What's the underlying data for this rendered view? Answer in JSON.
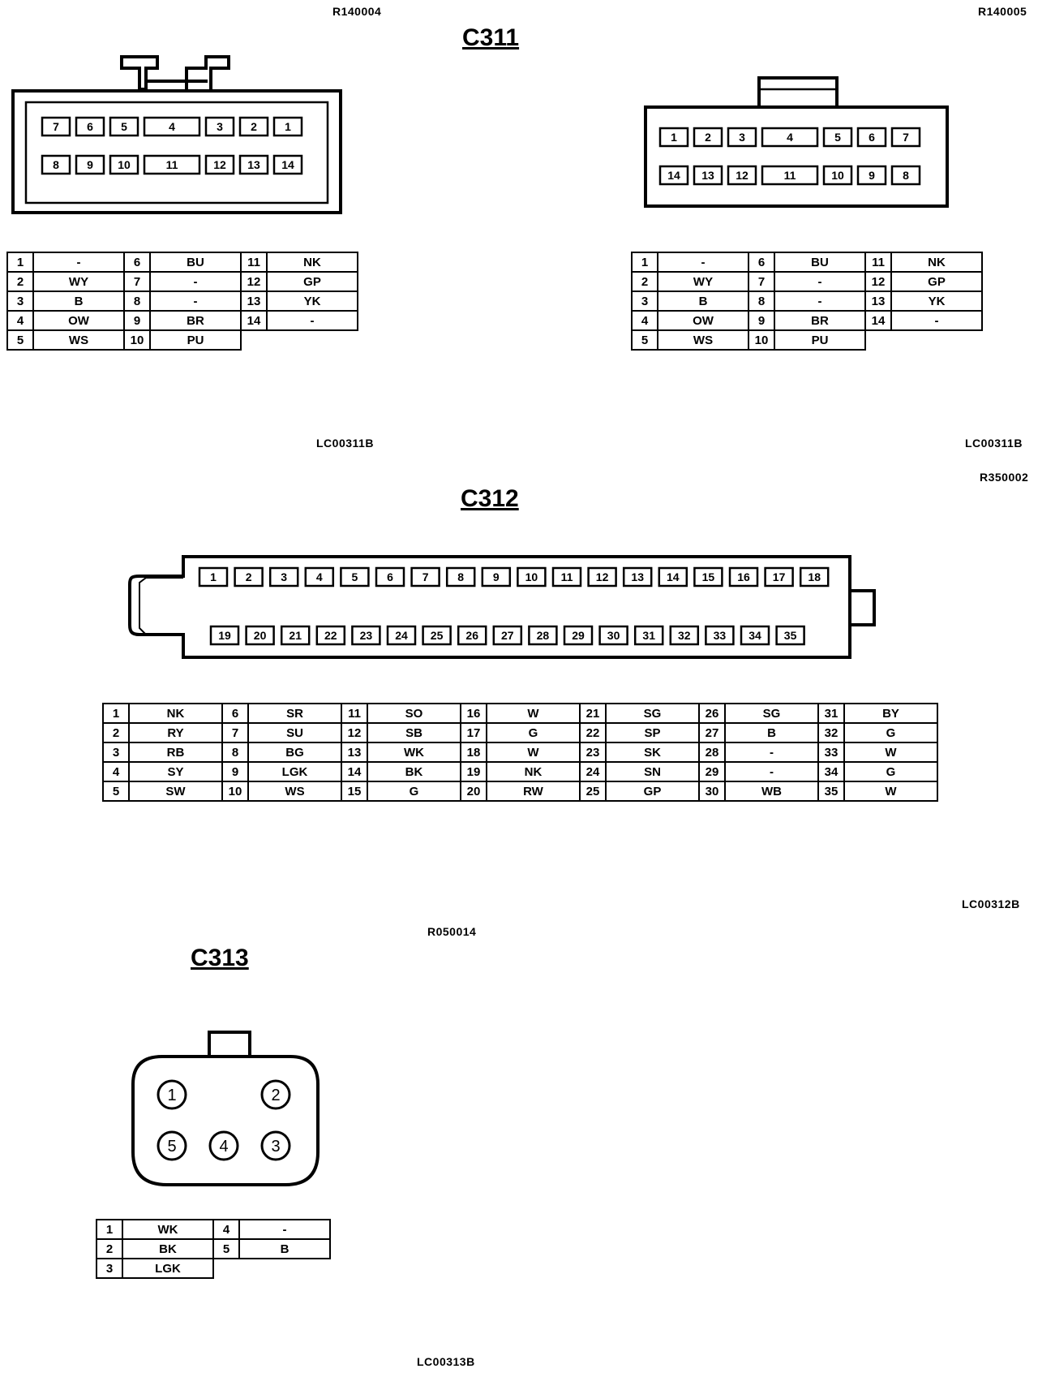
{
  "refs": {
    "c311_left_ref": "R140004",
    "c311_right_ref": "R140005",
    "c311_left_code": "LC00311B",
    "c311_right_code": "LC00311B",
    "c312_ref": "R350002",
    "c312_code": "LC00312B",
    "c313_ref": "R050014",
    "c313_code": "LC00313B"
  },
  "connectors": {
    "c311": {
      "title": "C311",
      "top_row_left": [
        "7",
        "6",
        "5",
        "4",
        "3",
        "2",
        "1"
      ],
      "bottom_row_left": [
        "8",
        "9",
        "10",
        "11",
        "12",
        "13",
        "14"
      ],
      "top_row_right": [
        "1",
        "2",
        "3",
        "4",
        "5",
        "6",
        "7"
      ],
      "bottom_row_right": [
        "14",
        "13",
        "12",
        "11",
        "10",
        "9",
        "8"
      ],
      "pins": [
        {
          "pin": "1",
          "color": "-"
        },
        {
          "pin": "2",
          "color": "WY"
        },
        {
          "pin": "3",
          "color": "B"
        },
        {
          "pin": "4",
          "color": "OW"
        },
        {
          "pin": "5",
          "color": "WS"
        },
        {
          "pin": "6",
          "color": "BU"
        },
        {
          "pin": "7",
          "color": "-"
        },
        {
          "pin": "8",
          "color": "-"
        },
        {
          "pin": "9",
          "color": "BR"
        },
        {
          "pin": "10",
          "color": "PU"
        },
        {
          "pin": "11",
          "color": "NK"
        },
        {
          "pin": "12",
          "color": "GP"
        },
        {
          "pin": "13",
          "color": "YK"
        },
        {
          "pin": "14",
          "color": "-"
        }
      ]
    },
    "c312": {
      "title": "C312",
      "top_row": [
        "1",
        "2",
        "3",
        "4",
        "5",
        "6",
        "7",
        "8",
        "9",
        "10",
        "11",
        "12",
        "13",
        "14",
        "15",
        "16",
        "17",
        "18"
      ],
      "bottom_row": [
        "19",
        "20",
        "21",
        "22",
        "23",
        "24",
        "25",
        "26",
        "27",
        "28",
        "29",
        "30",
        "31",
        "32",
        "33",
        "34",
        "35"
      ],
      "pins": [
        {
          "pin": "1",
          "color": "NK"
        },
        {
          "pin": "2",
          "color": "RY"
        },
        {
          "pin": "3",
          "color": "RB"
        },
        {
          "pin": "4",
          "color": "SY"
        },
        {
          "pin": "5",
          "color": "SW"
        },
        {
          "pin": "6",
          "color": "SR"
        },
        {
          "pin": "7",
          "color": "SU"
        },
        {
          "pin": "8",
          "color": "BG"
        },
        {
          "pin": "9",
          "color": "LGK"
        },
        {
          "pin": "10",
          "color": "WS"
        },
        {
          "pin": "11",
          "color": "SO"
        },
        {
          "pin": "12",
          "color": "SB"
        },
        {
          "pin": "13",
          "color": "WK"
        },
        {
          "pin": "14",
          "color": "BK"
        },
        {
          "pin": "15",
          "color": "G"
        },
        {
          "pin": "16",
          "color": "W"
        },
        {
          "pin": "17",
          "color": "G"
        },
        {
          "pin": "18",
          "color": "W"
        },
        {
          "pin": "19",
          "color": "NK"
        },
        {
          "pin": "20",
          "color": "RW"
        },
        {
          "pin": "21",
          "color": "SG"
        },
        {
          "pin": "22",
          "color": "SP"
        },
        {
          "pin": "23",
          "color": "SK"
        },
        {
          "pin": "24",
          "color": "SN"
        },
        {
          "pin": "25",
          "color": "GP"
        },
        {
          "pin": "26",
          "color": "SG"
        },
        {
          "pin": "27",
          "color": "B"
        },
        {
          "pin": "28",
          "color": "-"
        },
        {
          "pin": "29",
          "color": "-"
        },
        {
          "pin": "30",
          "color": "WB"
        },
        {
          "pin": "31",
          "color": "BY"
        },
        {
          "pin": "32",
          "color": "G"
        },
        {
          "pin": "33",
          "color": "W"
        },
        {
          "pin": "34",
          "color": "G"
        },
        {
          "pin": "35",
          "color": "W"
        }
      ]
    },
    "c313": {
      "title": "C313",
      "cavities": [
        "1",
        "2",
        "5",
        "4",
        "3"
      ],
      "pins": [
        {
          "pin": "1",
          "color": "WK"
        },
        {
          "pin": "2",
          "color": "BK"
        },
        {
          "pin": "3",
          "color": "LGK"
        },
        {
          "pin": "4",
          "color": "-"
        },
        {
          "pin": "5",
          "color": "B"
        }
      ]
    }
  }
}
